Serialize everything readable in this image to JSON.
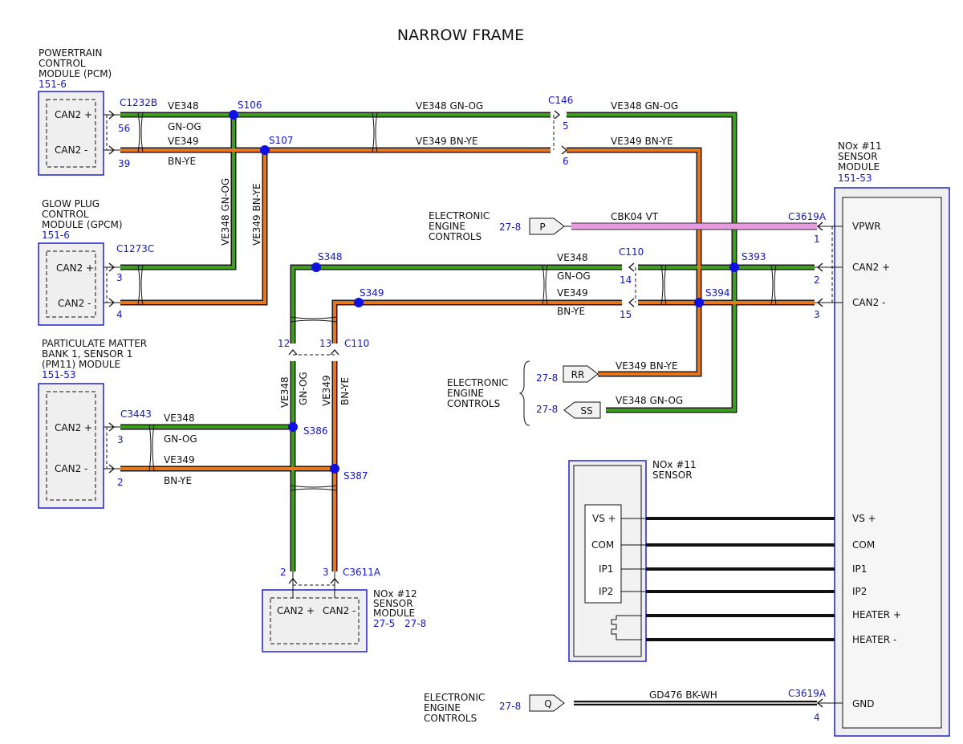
{
  "title": "NARROW FRAME",
  "pcm": {
    "name1": "POWERTRAIN",
    "name2": "CONTROL",
    "name3": "MODULE (PCM)",
    "ref": "151-6",
    "pin_plus": "CAN2 +",
    "pin_minus": "CAN2 -",
    "connector": "C1232B",
    "pin_no_plus": "56",
    "pin_no_minus": "39"
  },
  "gpcm": {
    "name1": "GLOW PLUG",
    "name2": "CONTROL",
    "name3": "MODULE (GPCM)",
    "ref": "151-6",
    "pin_plus": "CAN2 +",
    "pin_minus": "CAN2 -",
    "connector": "C1273C",
    "pin_no_plus": "3",
    "pin_no_minus": "4"
  },
  "pm11": {
    "name1": "PARTICULATE MATTER",
    "name2": "BANK 1, SENSOR 1",
    "name3": "(PM11) MODULE",
    "ref": "151-53",
    "pin_plus": "CAN2 +",
    "pin_minus": "CAN2 -",
    "connector": "C3443",
    "pin_no_plus": "3",
    "pin_no_minus": "2"
  },
  "nox12": {
    "name1": "NOx #12",
    "name2": "SENSOR",
    "name3": "MODULE",
    "ref1": "27-5",
    "ref2": "27-8",
    "pin_plus": "CAN2 +",
    "pin_minus": "CAN2 -",
    "connector": "C3611A",
    "pin_no_plus": "2",
    "pin_no_minus": "3"
  },
  "nox11_module": {
    "name1": "NOx #11",
    "name2": "SENSOR",
    "name3": "MODULE",
    "ref": "151-53",
    "connector_top": "C3619A",
    "connector_bottom": "C3619A",
    "pins": [
      "VPWR",
      "CAN2 +",
      "CAN2 -",
      "VS +",
      "COM",
      "IP1",
      "IP2",
      "HEATER +",
      "HEATER -",
      "GND"
    ],
    "pin_nums": [
      "1",
      "2",
      "3",
      "4"
    ]
  },
  "nox11_sensor": {
    "name1": "NOx #11",
    "name2": "SENSOR",
    "pins": [
      "VS +",
      "COM",
      "IP1",
      "IP2"
    ]
  },
  "wires": {
    "ve348": "VE348",
    "ve349": "VE349",
    "gnog": "GN-OG",
    "bnye": "BN-YE",
    "ve348_gnog": "VE348  GN-OG",
    "ve349_bnye": "VE349  BN-YE",
    "cbk04": "CBK04  VT",
    "gd476": "GD476  BK-WH"
  },
  "splices": {
    "s106": "S106",
    "s107": "S107",
    "s348": "S348",
    "s349": "S349",
    "s386": "S386",
    "s387": "S387",
    "s393": "S393",
    "s394": "S394"
  },
  "connectors": {
    "c146": "C146",
    "c146_p5": "5",
    "c146_p6": "6",
    "c110": "C110",
    "c110_p14": "14",
    "c110_p15": "15",
    "c110_p12": "12",
    "c110_p13": "13"
  },
  "eec": {
    "l1": "ELECTRONIC",
    "l2": "ENGINE",
    "l3": "CONTROLS",
    "ref": "27-8",
    "tag_p": "P",
    "tag_rr": "RR",
    "tag_ss": "SS",
    "tag_q": "Q"
  }
}
